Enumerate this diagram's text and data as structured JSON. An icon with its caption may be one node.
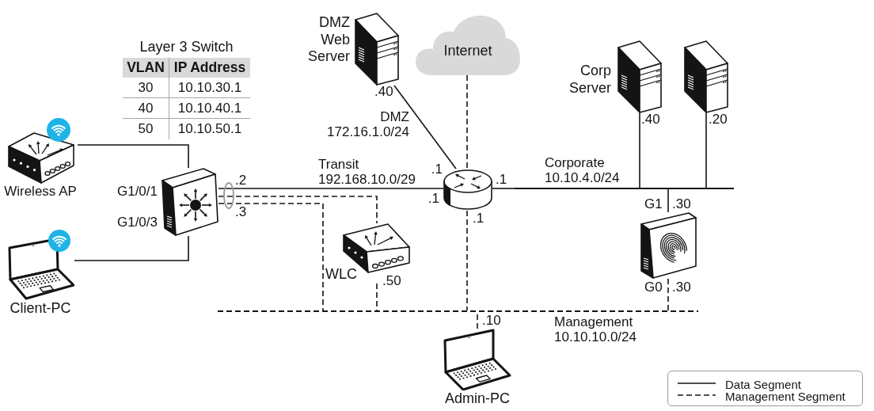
{
  "diagram": {
    "nodes": [
      {
        "text": [
          "DMZ Web Server"
        ],
        "beside": [
          ".40"
        ]
      },
      {
        "text": [
          "Internet"
        ]
      },
      {
        "text": [
          "Corp Server"
        ],
        "beside": [
          ".40"
        ]
      },
      {
        "text": [],
        "shape": "picture",
        "beside": [
          ".20"
        ]
      },
      {
        "text": [
          "Wireless AP"
        ]
      },
      {
        "text": [],
        "shape": "picture",
        "beside": [
          "G1/0/1",
          "G1/0/3",
          ".2",
          ".3"
        ]
      },
      {
        "text": [],
        "shape": "picture",
        "beside": [
          ".1",
          ".1",
          ".1",
          ".1"
        ]
      },
      {
        "text": [],
        "shape": "line",
        "beside": [
          "Corporate 10.10.4.0/24"
        ]
      },
      {
        "text": [],
        "shape": "picture",
        "beside": [
          "G1",
          ".30",
          "G0",
          ".30"
        ]
      },
      {
        "text": [
          "WLC"
        ],
        "beside": [
          ".50"
        ]
      },
      {
        "text": [
          "Client-PC"
        ]
      },
      {
        "text": [],
        "shape": "line",
        "beside": [
          "Management 10.10.10.0/24"
        ]
      },
      {
        "text": [
          "Admin-PC"
        ],
        "beside": [
          ".10"
        ]
      }
    ],
    "edges": [
      {
        "from": 0,
        "to": 6,
        "arrow": "none",
        "label": "DMZ 172.16.1.0/24"
      },
      {
        "from": 1,
        "to": 6,
        "arrow": "none",
        "style": "dashed"
      },
      {
        "from": 4,
        "to": 5,
        "arrow": "none"
      },
      {
        "from": 5,
        "to": 6,
        "arrow": "none",
        "label": "Transit 192.168.10.0/29"
      },
      {
        "from": 6,
        "to": 7,
        "arrow": "none"
      },
      {
        "from": 2,
        "to": 7,
        "arrow": "none"
      },
      {
        "from": 3,
        "to": 7,
        "arrow": "none"
      },
      {
        "from": 8,
        "to": 7,
        "arrow": "none"
      },
      {
        "from": 5,
        "to": 9,
        "arrow": "none",
        "style": "dashed"
      },
      {
        "from": 5,
        "to": 11,
        "arrow": "none",
        "style": "dashed"
      },
      {
        "from": 10,
        "to": 5,
        "arrow": "none"
      },
      {
        "from": 9,
        "to": 11,
        "arrow": "none",
        "style": "dashed"
      },
      {
        "from": 6,
        "to": 11,
        "arrow": "none",
        "style": "dashed"
      },
      {
        "from": 12,
        "to": 11,
        "arrow": "none",
        "style": "dashed"
      },
      {
        "from": 8,
        "to": 11,
        "arrow": "none",
        "style": "dashed"
      }
    ],
    "labels": [
      "Layer 3 Switch",
      "VLAN",
      "IP Address",
      "30",
      "10.10.30.1",
      "40",
      "10.10.40.1",
      "50",
      "10.10.50.1"
    ],
    "legend": [
      {
        "text": "Data Segment"
      },
      {
        "text": "Management Segment"
      }
    ]
  }
}
